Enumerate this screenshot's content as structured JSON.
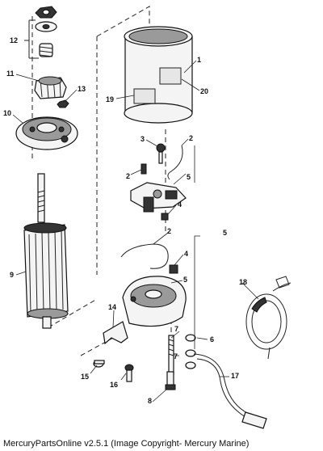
{
  "callouts": {
    "c1": "1",
    "c2a": "2",
    "c2b": "2",
    "c2c": "2",
    "c3": "3",
    "c4a": "4",
    "c4b": "4",
    "c5a": "5",
    "c5b": "5",
    "c5c": "5",
    "c6": "6",
    "c7a": "7",
    "c7b": "7",
    "c8": "8",
    "c9": "9",
    "c10": "10",
    "c11": "11",
    "c12": "12",
    "c13": "13",
    "c14": "14",
    "c15": "15",
    "c16": "16",
    "c17": "17",
    "c18": "18",
    "c19": "19",
    "c20": "20"
  },
  "caption": "MercuryPartsOnline v2.5.1 (Image Copyright- Mercury Marine)",
  "colors": {
    "ink": "#111111",
    "background": "#ffffff",
    "label_patch": "#e6e6e6"
  }
}
